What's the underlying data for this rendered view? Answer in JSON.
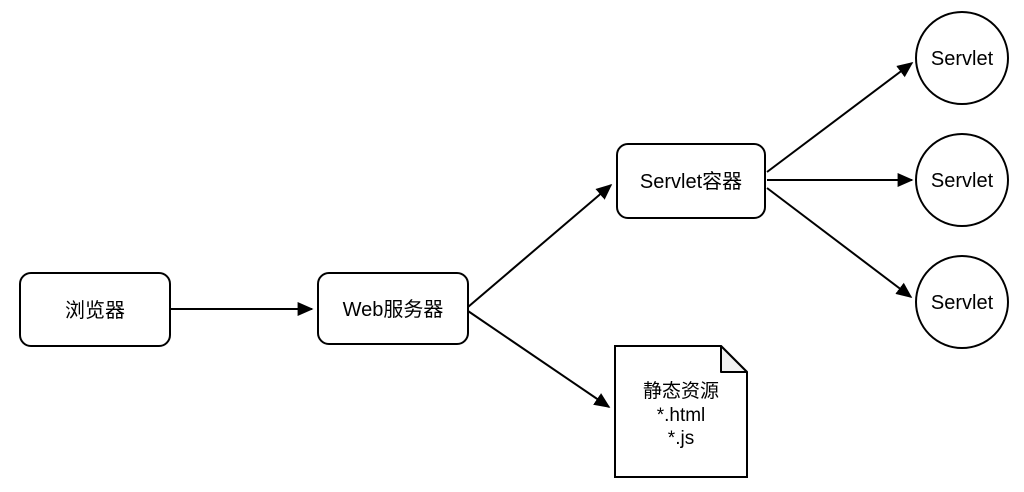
{
  "diagram": {
    "description": "Servlet web architecture flow diagram",
    "nodes": {
      "browser": {
        "label": "浏览器",
        "shape": "rounded-rect"
      },
      "web_server": {
        "label": "Web服务器",
        "shape": "rounded-rect"
      },
      "servlet_container": {
        "label": "Servlet容器",
        "shape": "rounded-rect"
      },
      "servlets": [
        {
          "label": "Servlet"
        },
        {
          "label": "Servlet"
        },
        {
          "label": "Servlet"
        }
      ],
      "static_resource": {
        "shape": "document",
        "lines": [
          "静态资源",
          "*.html",
          "*.js"
        ]
      }
    },
    "edges": [
      {
        "from": "browser",
        "to": "web_server"
      },
      {
        "from": "web_server",
        "to": "servlet_container"
      },
      {
        "from": "web_server",
        "to": "static_resource"
      },
      {
        "from": "servlet_container",
        "to": "servlet-1"
      },
      {
        "from": "servlet_container",
        "to": "servlet-2"
      },
      {
        "from": "servlet_container",
        "to": "servlet-3"
      }
    ],
    "colors": {
      "stroke": "#000000",
      "node_fill": "#ffffff",
      "fold_fill": "#f2f2f2",
      "background": "#ffffff"
    }
  }
}
